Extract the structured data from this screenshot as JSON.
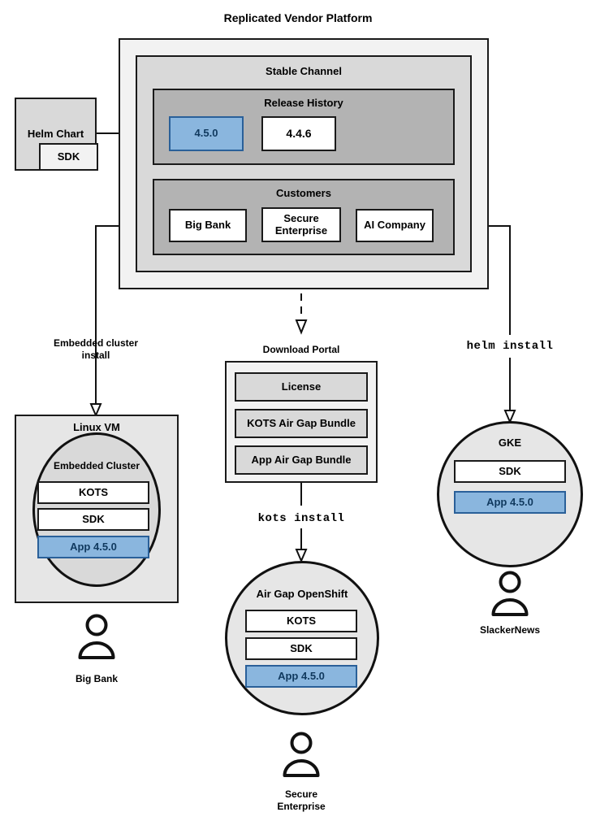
{
  "diagram": {
    "title": "Replicated Vendor Platform",
    "accent_blue": "#8ab6de",
    "accent_blue_border": "#2a6099",
    "accent_blue_text": "#10395e"
  },
  "helm_chart": {
    "label": "Helm Chart",
    "sdk_label": "SDK"
  },
  "platform": {
    "title": "Replicated Vendor Platform",
    "stable_channel": {
      "title": "Stable Channel",
      "release_history": {
        "title": "Release History",
        "releases": [
          {
            "version": "4.5.0",
            "highlighted": true
          },
          {
            "version": "4.4.6",
            "highlighted": false
          }
        ]
      },
      "customers": {
        "title": "Customers",
        "items": [
          {
            "name": "Big Bank"
          },
          {
            "name": "Secure\nEnterprise"
          },
          {
            "name": "AI Company"
          }
        ]
      }
    }
  },
  "flows": {
    "embedded_cluster_install": "Embedded cluster\ninstall",
    "kots_install": "kots install",
    "helm_install": "helm install"
  },
  "download_portal": {
    "title": "Download Portal",
    "items": [
      "License",
      "KOTS Air Gap Bundle",
      "App Air Gap Bundle"
    ]
  },
  "targets": [
    {
      "id": "linux-vm",
      "outer_label": "Linux VM",
      "inner_label": "Embedded Cluster",
      "components": [
        {
          "label": "KOTS",
          "highlighted": false
        },
        {
          "label": "SDK",
          "highlighted": false
        },
        {
          "label": "App 4.5.0",
          "highlighted": true
        }
      ],
      "customer": "Big Bank"
    },
    {
      "id": "air-gap-openshift",
      "outer_label": "Air Gap OpenShift",
      "components": [
        {
          "label": "KOTS",
          "highlighted": false
        },
        {
          "label": "SDK",
          "highlighted": false
        },
        {
          "label": "App 4.5.0",
          "highlighted": true
        }
      ],
      "customer": "Secure\nEnterprise"
    },
    {
      "id": "gke",
      "outer_label": "GKE",
      "components": [
        {
          "label": "SDK",
          "highlighted": false
        },
        {
          "label": "App 4.5.0",
          "highlighted": true
        }
      ],
      "customer": "SlackerNews"
    }
  ]
}
